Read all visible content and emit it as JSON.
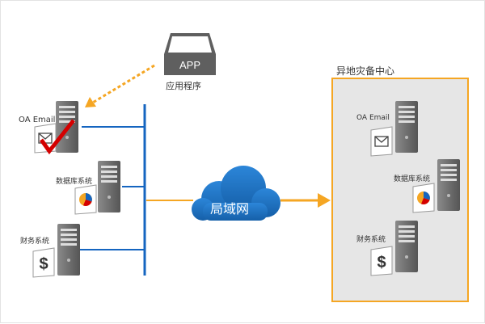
{
  "app": {
    "button_text": "APP",
    "label": "应用程序"
  },
  "network": {
    "label": "局域网"
  },
  "dr_center": {
    "title": "异地灾备中心"
  },
  "local_servers": [
    {
      "label": "OA Email",
      "icon": "email-icon",
      "status": "checked"
    },
    {
      "label": "数据库系统",
      "icon": "pie-chart-icon"
    },
    {
      "label": "财务系统",
      "icon": "dollar-icon"
    }
  ],
  "backup_servers": [
    {
      "label": "OA Email",
      "icon": "email-icon"
    },
    {
      "label": "数据库系统",
      "icon": "pie-chart-icon"
    },
    {
      "label": "财务系统",
      "icon": "dollar-icon"
    }
  ],
  "colors": {
    "accent_orange": "#f5a623",
    "network_blue": "#1565c0",
    "cloud_blue": "#1e74c6",
    "server_gray": "#616161",
    "backup_bg": "#e6e6e6",
    "check_red": "#d40000"
  }
}
